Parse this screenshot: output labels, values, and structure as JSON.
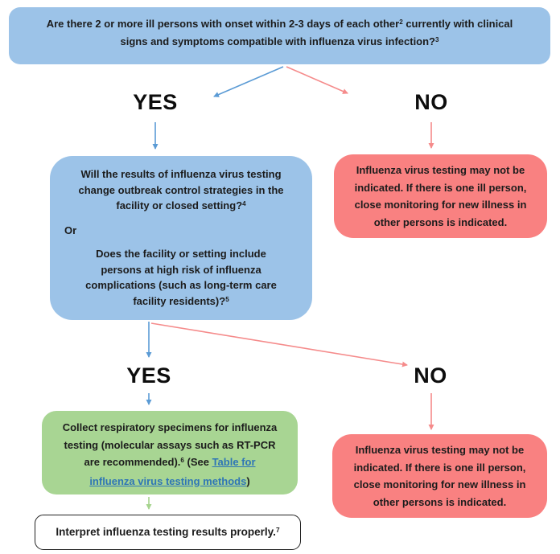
{
  "colors": {
    "question_box_blue": "#9CC3E8",
    "outcome_box_red": "#F98181",
    "action_box_green": "#A8D593",
    "arrow_blue": "#5B9BD5",
    "arrow_red": "#F58B8B",
    "arrow_green": "#A6D48E",
    "link_blue": "#2E75B6",
    "text_black": "#1c1c1c"
  },
  "initial_question": {
    "text_1": "Are there 2 or more ill persons with onset within 2-3 days of each other",
    "footnote_1": "2",
    "text_2": " currently with clinical\nsigns and symptoms compatible with influenza virus infection?",
    "footnote_2": "3"
  },
  "branch_1": {
    "yes": "YES",
    "no": "NO"
  },
  "testing_question": {
    "question_1": "Will the results of influenza virus testing\nchange outbreak control strategies in the\nfacility or closed setting?",
    "footnote_1": "4",
    "or_label": "Or",
    "question_2": "Does the facility or setting include\npersons at high risk of influenza\ncomplications (such as long-term care\nfacility residents)?",
    "footnote_2": "5"
  },
  "not_indicated_outcome_1": {
    "text": "Influenza virus testing may not be\nindicated. If there is one ill person,\nclose monitoring for new illness in\nother persons is indicated."
  },
  "branch_2": {
    "yes": "YES",
    "no": "NO"
  },
  "collect_outcome": {
    "text_1": "Collect respiratory specimens for influenza\ntesting (molecular assays such as RT-PCR\nare recommended).",
    "footnote": "6",
    "text_2": " (See ",
    "link_label": "Table for\ninfluenza virus testing methods",
    "text_3": ")"
  },
  "not_indicated_outcome_2": {
    "text": "Influenza virus testing may not be\nindicated. If there is one ill person,\nclose monitoring for new illness in\nother persons is indicated."
  },
  "interpret_outcome": {
    "text": "Interpret influenza testing results properly.",
    "footnote": "7"
  }
}
